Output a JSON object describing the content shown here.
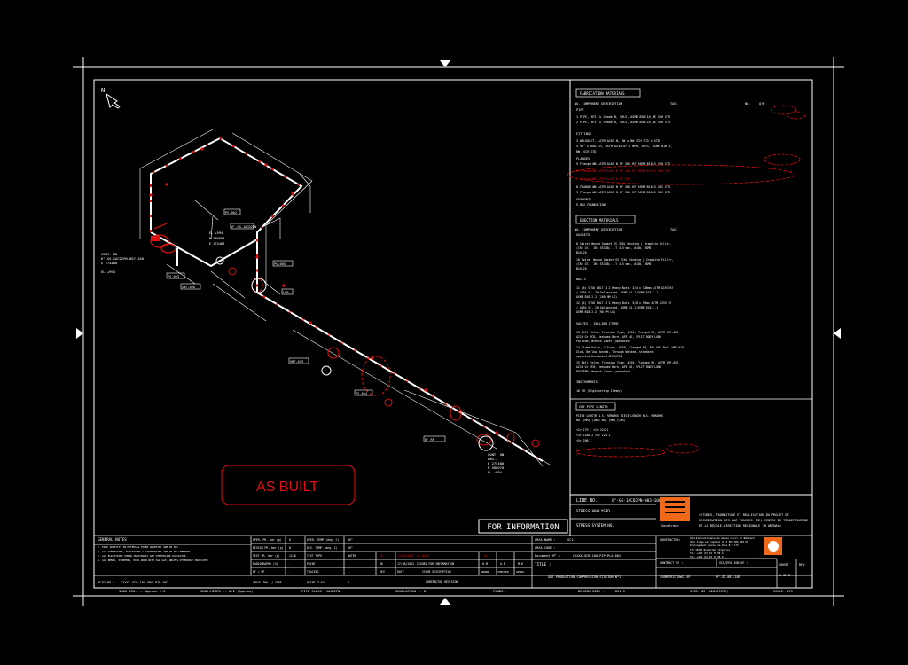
{
  "north": "N",
  "as_built": "AS BUILT",
  "for_information": "FOR INFORMATION",
  "line_no_label": "LINE NO.:",
  "line_no": "6\"-GG-1ACD2PN-003-100",
  "stress_analysed": "STRESS ANALYSED",
  "stress_system_no": "STRESS SYSTEM NO.",
  "cont_top": [
    "CONT. ON",
    "6\"-GG-1ACD2PN-007-100",
    "E 274480",
    "",
    "EL +994"
  ],
  "cont_bottom": [
    "CONT. ON",
    "DWG.2",
    "E 275480",
    "N 586070",
    "EL +994"
  ],
  "bom": {
    "fab_header": "FABRICATION MATERIALS",
    "col_header": "NO.  COMPONENT DESCRIPTION",
    "col_tag": "TAG",
    "col_no": "NO.",
    "col_qty": "QTY",
    "pipe_section": "PIPE",
    "pipe": [
      "1  PIPE, API 5L Grade B, SMLS, ASME B36.10_BE SCH STD",
      "2  PIPE, API 5L Grade B, SMLS, ASME B36.10_BE SCH STD"
    ],
    "fittings_section": "FITTINGS",
    "fittings": [
      "3  WELDOLET, ASTM A105 N, BW x BW SCH STD x STD",
      "4  90\" Elbow LR, ASTM A234 Gr.B WPB, SMLS, ASME B16.9,",
      "   BW, SCH STD"
    ],
    "flanges_section": "FLANGES",
    "flanges": [
      "5  Flange WN ASTM A105 N RF 300 RF ASME B16.5 SCH STD",
      "6  Flange WN ASTM A105 N RF 300 RF ASME B16.5 SCH STD",
      "7  Flange WN ASTM A105 N RF 300",
      "8  FLANGE WN ASTM A105 N RF 300 RF ASME B16.5 SHC STD",
      "9  Flange WN ASTM A105 N RF 300 RF ASME B16.5 SCH STD"
    ],
    "supports_section": "SUPPORTS",
    "supports": [
      "9  BOX FOUNDATION"
    ],
    "erection_header": "ERECTION MATERIALS",
    "gaskets_section": "GASKETS",
    "gaskets": [
      "8  Spiral Wound Gasket SS 316L Winding | Graphite Filler,",
      "   (CR: CS - IR: SS316L - T 4.5 mm), #150, ASME",
      "   B16.20",
      "10 Spiral Wound Gasket SS 316L Winding | Graphite Filler,",
      "   (CR: CS - IR: SS316L - T 4.5 mm), #150, ASME",
      "   B16.20"
    ],
    "bolts_section": "BOLTS",
    "bolts": [
      "11 (6) STUD BOLT & 2 Heavy Nuts, 3/4 x 100mm ASTM A193 B7",
      "   / A194 Gr. 2H Galvanized, ASME B1.1/ASME B18.2.1",
      "   ASME B18.2.2 (100 MM LG)",
      "12 (4) STUD BOLT & 2 Heavy Nuts, 5/8 x 90mm ASTM A193 B7",
      "   / A194 Gr. 2H Galvanized, ASME B1.1/ASME B18.2.1",
      "   ASME B18.2.2 (90 MM LG)"
    ],
    "valves_section": "VALVES / IN-LINE ITEMS",
    "valves": [
      "13 Ball Valve, Trunnion Type, #150, Flanged RF, ASTM  VBF-026",
      "   A216 Gr WCB, Reduced Bore, API 6D, SPLIT BODY LONG",
      "   PATTERN, Wrench Lever _operated",
      "14 Globe Valve, 2 Turns, #150, Flanged RF,  API 602  Bolt VBF-019",
      "   Glob, Bellow Bonnet, Through Welded, standard",
      "   operated_Handwheel OPERATED",
      "15 Ball Valve, Trunnion Type, #150, Flanged RF, ASTM  VBF-026",
      "   A216 Gr WCB, Reduced Bore, API 6D, SPLIT BODY LONG",
      "   PATTERN, Wrench Lever _operated"
    ],
    "instruments_section": "INSTRUMENTS",
    "instruments": [
      "16 CR (Engineering Items)"
    ],
    "cut_header": "CUT PIPE LENGTH",
    "cut_cols": "PIECE  LENGTH    N.S.  REMARKS  PIECE  LENGTH   N.S.  REMARKS",
    "cut_cols2": "  NO.    (MM)    (INS)            NO.    (MM)   (INS)",
    "cut_rows": [
      "<1>   179     2       <2>    224    2",
      "<3>  1548     2       <4>    224    2",
      "<5>   208     2"
    ]
  },
  "notes_title": "GENERAL NOTES",
  "notes": [
    "1. PIPE IDENTITY IN METERS & OTHER QUANTITY ARE IN M/C.",
    "2. ALL DIMENSIONS, ELEVATIONS & COORDINATES ARE IN MILLIMETERS.",
    "3. ALL ELEVATIONS SHOWN IN DISPLAY ARE CENTERLINE ELEVATION.",
    "4. ALL BENDS, STOPPERS, HOLD-DOWN WITH 3mm GAP, UNLESS OTHERWISE INDICATED"
  ],
  "pid_label": "P&ID Nº :",
  "pid_value": "CXXXX-GCB-100-PRO-PID-002",
  "ops": {
    "oper_p": "OPER. PR. bar (g)",
    "oper_p_v": "6",
    "oper_t": "OPER. TEMP.(deg. C)",
    "oper_t_v": "30°",
    "des_p": "DESIGN PR. bar (g)",
    "des_p_v": "8",
    "des_t": "DES. TEMP.(deg. C)",
    "des_t_v": "50°",
    "test_p": "TEST PR. bar (g)",
    "test_p_v": "12.0",
    "test_type": "TEST TYPE",
    "test_type_v": "WATER",
    "radio": "RADIOGRAPHY (%)",
    "radio_v": "-",
    "paint": "PAINT",
    "paint_v": "-",
    "pwht": "DF / WF",
    "pwht_v": "-",
    "tracing": "TRACING",
    "tracing_v": "-",
    "insul": "INSUL.THK. / TYPE",
    "insul_v": "-",
    "paint_class": "PAINT CLASS",
    "paint_class_v": "N"
  },
  "rev": {
    "r1_code": "R1",
    "r1_date": "13/06/2022",
    "r1_desc": "AS BUILT",
    "r1_by": "SL",
    "r0_code": "D0",
    "r0_date": "17/08/2022",
    "r0_desc": "ISSUED FOR INFORMATION",
    "r0_by": "H.M",
    "r0_chk": "A.B",
    "r0_app": "M.H",
    "h_rev": "REV",
    "h_date": "DATE",
    "h_desc": "ISSUE DESCRIPTION",
    "h_drawn": "DRAWN",
    "h_checked": "CHECKED",
    "h_appro": "APPRO.",
    "contractor_rev": "CONTRACTOR REVISION"
  },
  "area_name_label": "AREA NAME :",
  "area_name": "SC1",
  "area_code_label": "AREA CODE :",
  "area_code": "",
  "document_label": "Document Nº :",
  "document": "CXXXX-GCB-100-PIP-PLA-002",
  "title_label": "TITLE :",
  "title": "GAS PRODUCTION COMPRESSION STATION Nº1",
  "contractor_label": "CONTRACTOR:",
  "contractor_name": "Société nationale de Génie Civil et Bâtiment",
  "contractor_lines": [
    "GCB/ Siège est Capital de 4 000 000 000 DA",
    "Prolongement Avenue du 1Nov B.P 175",
    "ITA 35000 Boumerdès (Algérie)",
    "Tél: +213 (0) 24 79 68 44",
    "Fax: +213 (0) 24 79 68 44"
  ],
  "logo_word": "Sonatrach",
  "project_text": [
    "«ETUDES, FOURNITURE ET REALISATION DU PROJET DE",
    "RECUPERATION DES GAZ TORCHES (RE) CENTRE DE TIGUENTOURINE",
    "ET LA RECOLE-DIRECTION REGIONALE IN AMENAS»"
  ],
  "contract_no_label": "CONTRACT Nº :",
  "contract_no": "",
  "gcb_job_label": "GCB/EPA JOB Nº :",
  "gcb_job": "",
  "isometric_label": "ISOMETRIC DWG. Nº :",
  "isometric": "6\"-GG-003-100",
  "sheet_label": "SHEET",
  "sheet_value": "1 OF 2",
  "rev_label": "REV",
  "rev_value": "R1",
  "footer": {
    "iwok": "IWOK DIA. :- Approx 2.5",
    "iwok_meter": "IWOK-METER :- 0.2 (Approx)",
    "pipe_class_label": "PIPE CLASS :",
    "pipe_class": "1ACD2PN",
    "insulation": "INSULATION :- N",
    "pcwbs_label": "PCWBS :",
    "design_code_label": "DESIGN CODE :",
    "design_code": "B31.3",
    "size": "SIZE: A3 (420x297MM)",
    "scale": "SCALE: NTS"
  },
  "tags": [
    "6\"-GG-1ACD2PN",
    "PS-002",
    "PS-005",
    "PS-003",
    "VBF-026",
    "VBF-019",
    "PS-004",
    "6\" RF",
    "EL +994",
    "N 586800",
    "E 274480",
    "LDB"
  ]
}
